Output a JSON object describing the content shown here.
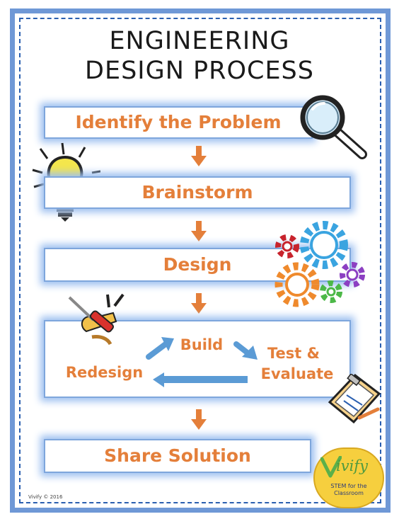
{
  "title": {
    "line1": "ENGINEERING",
    "line2": "DESIGN PROCESS"
  },
  "steps": {
    "identify": "Identify the Problem",
    "brainstorm": "Brainstorm",
    "design": "Design",
    "share": "Share Solution"
  },
  "cycle": {
    "build": "Build",
    "test": "Test &",
    "evaluate": "Evaluate",
    "redesign": "Redesign"
  },
  "badge": {
    "brand": "ivify",
    "line1": "STEM for the",
    "line2": "Classroom"
  },
  "footer": "Vivify © 2016",
  "colors": {
    "frame": "#6f98d6",
    "accent": "#e47f3a",
    "arrow_blue": "#5b9bd5"
  },
  "icons": [
    "magnifying-glass-icon",
    "light-bulb-icon",
    "gears-icon",
    "tools-icon",
    "clipboard-icon"
  ]
}
